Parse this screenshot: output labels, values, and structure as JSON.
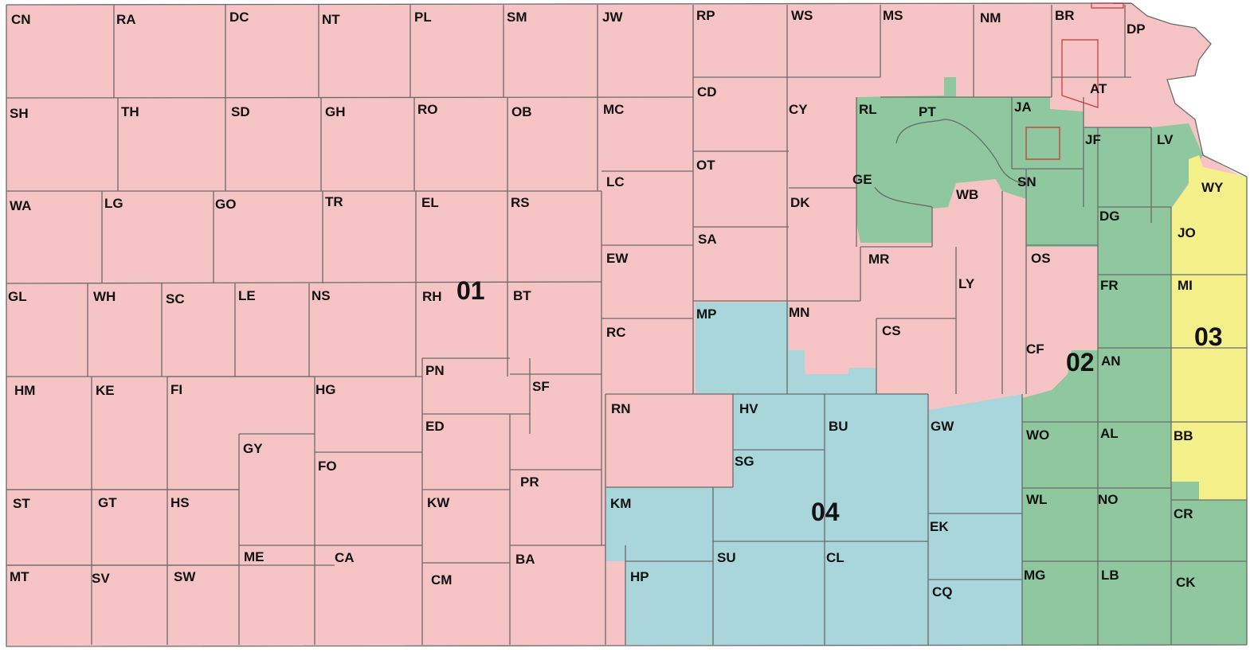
{
  "colors": {
    "d01": "#f7c4c6",
    "d02": "#8fc79f",
    "d03": "#f4f08a",
    "d04": "#a9d6da",
    "border": "#6b6b6b",
    "text": "#111111"
  },
  "districts": [
    {
      "id": "d01",
      "label": "01"
    },
    {
      "id": "d02",
      "label": "02"
    },
    {
      "id": "d03",
      "label": "03"
    },
    {
      "id": "d04",
      "label": "04"
    }
  ],
  "counties": [
    {
      "label": "CN",
      "district": "d01"
    },
    {
      "label": "RA",
      "district": "d01"
    },
    {
      "label": "DC",
      "district": "d01"
    },
    {
      "label": "NT",
      "district": "d01"
    },
    {
      "label": "PL",
      "district": "d01"
    },
    {
      "label": "SM",
      "district": "d01"
    },
    {
      "label": "JW",
      "district": "d01"
    },
    {
      "label": "RP",
      "district": "d01"
    },
    {
      "label": "WS",
      "district": "d01"
    },
    {
      "label": "MS",
      "district": "d01"
    },
    {
      "label": "NM",
      "district": "d01"
    },
    {
      "label": "BR",
      "district": "d01"
    },
    {
      "label": "DP",
      "district": "d01"
    },
    {
      "label": "SH",
      "district": "d01"
    },
    {
      "label": "TH",
      "district": "d01"
    },
    {
      "label": "SD",
      "district": "d01"
    },
    {
      "label": "GH",
      "district": "d01"
    },
    {
      "label": "RO",
      "district": "d01"
    },
    {
      "label": "OB",
      "district": "d01"
    },
    {
      "label": "MC",
      "district": "d01"
    },
    {
      "label": "CD",
      "district": "d01"
    },
    {
      "label": "CY",
      "district": "d01"
    },
    {
      "label": "RL",
      "district": "d02"
    },
    {
      "label": "PT",
      "district": "d02"
    },
    {
      "label": "JA",
      "district": "d02"
    },
    {
      "label": "AT",
      "district": "d01"
    },
    {
      "label": "JF",
      "district": "d02"
    },
    {
      "label": "LV",
      "district": "d02"
    },
    {
      "label": "WY",
      "district": "d03"
    },
    {
      "label": "WA",
      "district": "d01"
    },
    {
      "label": "LG",
      "district": "d01"
    },
    {
      "label": "GO",
      "district": "d01"
    },
    {
      "label": "TR",
      "district": "d01"
    },
    {
      "label": "EL",
      "district": "d01"
    },
    {
      "label": "RS",
      "district": "d01"
    },
    {
      "label": "LC",
      "district": "d01"
    },
    {
      "label": "OT",
      "district": "d01"
    },
    {
      "label": "DK",
      "district": "d01"
    },
    {
      "label": "GE",
      "district": "d02"
    },
    {
      "label": "WB",
      "district": "d01"
    },
    {
      "label": "SN",
      "district": "d02"
    },
    {
      "label": "DG",
      "district": "d02"
    },
    {
      "label": "JO",
      "district": "d03"
    },
    {
      "label": "EW",
      "district": "d01"
    },
    {
      "label": "SA",
      "district": "d01"
    },
    {
      "label": "MR",
      "district": "d01"
    },
    {
      "label": "OS",
      "district": "d01"
    },
    {
      "label": "GL",
      "district": "d01"
    },
    {
      "label": "WH",
      "district": "d01"
    },
    {
      "label": "SC",
      "district": "d01"
    },
    {
      "label": "LE",
      "district": "d01"
    },
    {
      "label": "NS",
      "district": "d01"
    },
    {
      "label": "RH",
      "district": "d01"
    },
    {
      "label": "BT",
      "district": "d01"
    },
    {
      "label": "LY",
      "district": "d01"
    },
    {
      "label": "FR",
      "district": "d02"
    },
    {
      "label": "MI",
      "district": "d03"
    },
    {
      "label": "MP",
      "district": "d04"
    },
    {
      "label": "MN",
      "district": "d01"
    },
    {
      "label": "RC",
      "district": "d01"
    },
    {
      "label": "CS",
      "district": "d01"
    },
    {
      "label": "CF",
      "district": "d01"
    },
    {
      "label": "AN",
      "district": "d02"
    },
    {
      "label": "HM",
      "district": "d01"
    },
    {
      "label": "KE",
      "district": "d01"
    },
    {
      "label": "FI",
      "district": "d01"
    },
    {
      "label": "HG",
      "district": "d01"
    },
    {
      "label": "PN",
      "district": "d01"
    },
    {
      "label": "SF",
      "district": "d01"
    },
    {
      "label": "RN",
      "district": "d01"
    },
    {
      "label": "HV",
      "district": "d04"
    },
    {
      "label": "BU",
      "district": "d04"
    },
    {
      "label": "GW",
      "district": "d04"
    },
    {
      "label": "WO",
      "district": "d02"
    },
    {
      "label": "AL",
      "district": "d02"
    },
    {
      "label": "BB",
      "district": "d03"
    },
    {
      "label": "GY",
      "district": "d01"
    },
    {
      "label": "ED",
      "district": "d01"
    },
    {
      "label": "FO",
      "district": "d01"
    },
    {
      "label": "SG",
      "district": "d04"
    },
    {
      "label": "ST",
      "district": "d01"
    },
    {
      "label": "GT",
      "district": "d01"
    },
    {
      "label": "HS",
      "district": "d01"
    },
    {
      "label": "KW",
      "district": "d01"
    },
    {
      "label": "PR",
      "district": "d01"
    },
    {
      "label": "KM",
      "district": "d04"
    },
    {
      "label": "WL",
      "district": "d02"
    },
    {
      "label": "NO",
      "district": "d02"
    },
    {
      "label": "CR",
      "district": "d02"
    },
    {
      "label": "EK",
      "district": "d04"
    },
    {
      "label": "ME",
      "district": "d01"
    },
    {
      "label": "CA",
      "district": "d01"
    },
    {
      "label": "BA",
      "district": "d01"
    },
    {
      "label": "SU",
      "district": "d04"
    },
    {
      "label": "CL",
      "district": "d04"
    },
    {
      "label": "MT",
      "district": "d01"
    },
    {
      "label": "SV",
      "district": "d01"
    },
    {
      "label": "SW",
      "district": "d01"
    },
    {
      "label": "CM",
      "district": "d01"
    },
    {
      "label": "HP",
      "district": "d04"
    },
    {
      "label": "MG",
      "district": "d02"
    },
    {
      "label": "LB",
      "district": "d02"
    },
    {
      "label": "CK",
      "district": "d02"
    },
    {
      "label": "CQ",
      "district": "d04"
    }
  ]
}
